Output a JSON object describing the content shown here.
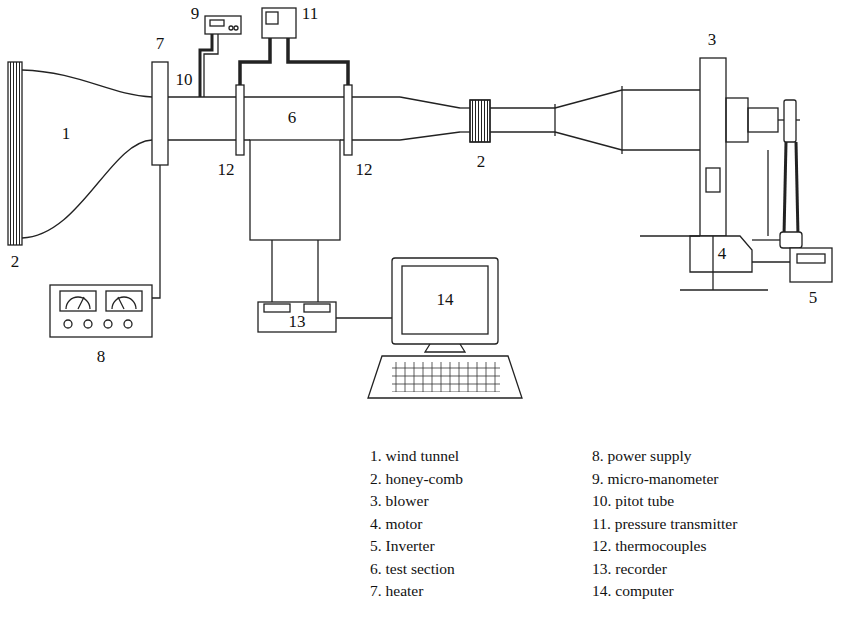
{
  "diagram": {
    "labels": [
      "9",
      "11",
      "7",
      "10",
      "3",
      "1",
      "6",
      "12",
      "12",
      "2",
      "4",
      "2",
      "5",
      "8",
      "13",
      "14",
      "1.  wind tunnel",
      "2.  honey-comb",
      "3.  blower",
      "4.  motor",
      "5.  Inverter",
      "6.  test section",
      "7.  heater",
      "8.  power supply",
      "9.  micro-manometer",
      "10.  pitot tube",
      "11.  pressure transmitter",
      "12.  thermocouples",
      "13.  recorder",
      "14.  computer"
    ]
  }
}
